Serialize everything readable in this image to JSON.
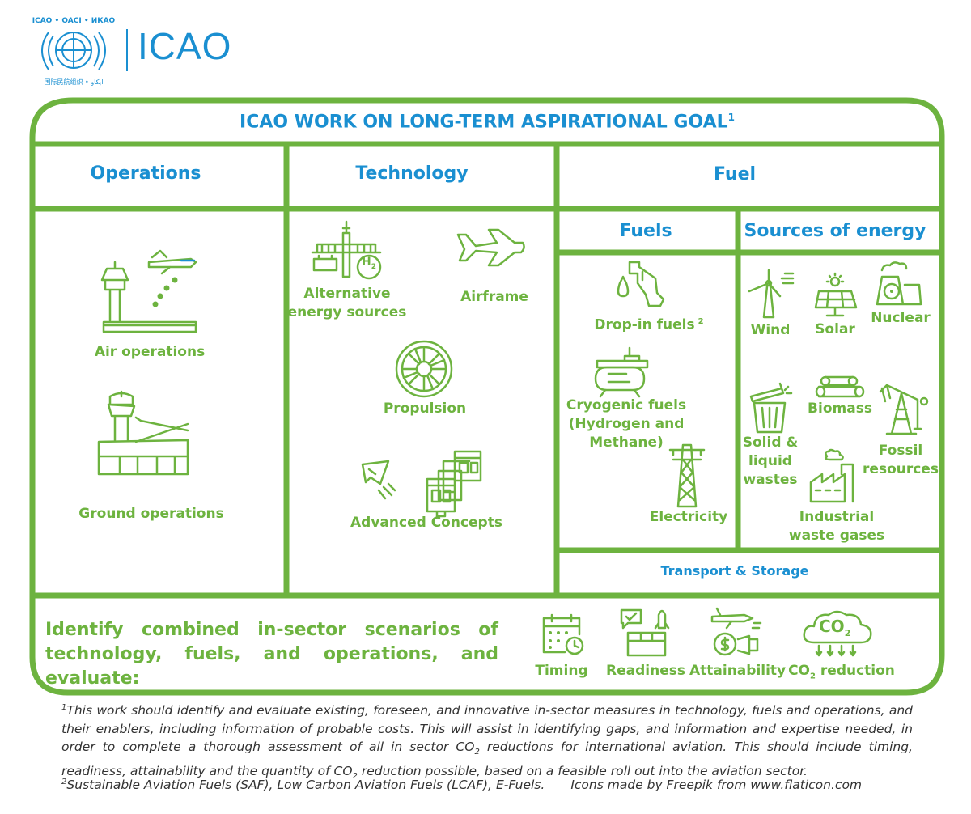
{
  "brand": {
    "name": "ICAO",
    "seal_text": "ICAO • OACI • ИКАО"
  },
  "title": {
    "text": "ICAO WORK ON LONG-TERM ASPIRATIONAL GOAL",
    "sup": "1"
  },
  "columns": {
    "operations": {
      "heading": "Operations",
      "items": [
        {
          "label": "Air operations",
          "icon": "air-operations-icon"
        },
        {
          "label": "Ground operations",
          "icon": "ground-operations-icon"
        }
      ]
    },
    "technology": {
      "heading": "Technology",
      "items": [
        {
          "label_l1": "Alternative",
          "label_l2": "energy sources",
          "icon": "alternative-energy-icon"
        },
        {
          "label": "Airframe",
          "icon": "airplane-icon"
        },
        {
          "label": "Propulsion",
          "icon": "engine-icon"
        },
        {
          "label": "Advanced Concepts",
          "icon": "advanced-concepts-icon"
        }
      ]
    },
    "fuel": {
      "heading": "Fuel",
      "fuels": {
        "heading": "Fuels",
        "items": [
          {
            "label": "Drop-in fuels",
            "sup": "2",
            "icon": "fuel-nozzle-icon"
          },
          {
            "label_l1": "Cryogenic fuels",
            "label_l2": "(Hydrogen and",
            "label_l3": "Methane)",
            "icon": "cryogenic-tank-icon"
          },
          {
            "label": "Electricity",
            "icon": "power-pylon-icon"
          }
        ]
      },
      "sources": {
        "heading": "Sources of energy",
        "items": [
          {
            "label": "Wind",
            "icon": "wind-turbine-icon"
          },
          {
            "label": "Solar",
            "icon": "solar-panel-icon"
          },
          {
            "label": "Nuclear",
            "icon": "nuclear-icon"
          },
          {
            "label_l1": "Solid &",
            "label_l2": "liquid",
            "label_l3": "wastes",
            "icon": "waste-bin-icon"
          },
          {
            "label": "Biomass",
            "icon": "biomass-logs-icon"
          },
          {
            "label_l1": "Fossil",
            "label_l2": "resources",
            "icon": "oil-pump-icon"
          },
          {
            "label_l1": "Industrial",
            "label_l2": "waste gases",
            "icon": "factory-icon"
          }
        ]
      },
      "transport": "Transport & Storage"
    }
  },
  "evaluate": {
    "text_l1": "Identify combined in-sector scenarios of",
    "text_l2": "technology, fuels, and operations, and evaluate:",
    "items": [
      {
        "label": "Timing",
        "icon": "calendar-clock-icon"
      },
      {
        "label": "Readiness",
        "icon": "readiness-icon"
      },
      {
        "label": "Attainability",
        "icon": "attainability-icon"
      },
      {
        "label_pre": "CO",
        "label_sub": "2",
        "label_post": " reduction",
        "icon": "co2-cloud-icon",
        "cloud_text": "CO",
        "cloud_sub": "2"
      }
    ]
  },
  "footnotes": {
    "n1_mark": "1",
    "n1_a": "This work should identify and evaluate existing, foreseen, and innovative in-sector measures in technology, fuels and operations, and their enablers, including information of probable costs. This will assist in identifying gaps, and information and expertise needed, in order to complete a thorough assessment of all in sector CO",
    "n1_sub1": "2",
    "n1_b": " reductions for international aviation. This should include timing, readiness, attainability and the quantity of CO",
    "n1_sub2": "2",
    "n1_c": " reduction possible, based on a feasible roll out into the aviation sector.",
    "n2_mark": "2",
    "n2": "Sustainable Aviation Fuels (SAF), Low Carbon Aviation Fuels (LCAF), E-Fuels.",
    "credit": "Icons made by Freepik from www.flaticon.com"
  },
  "colors": {
    "green": "#6db33f",
    "blue": "#1a8fd1"
  }
}
